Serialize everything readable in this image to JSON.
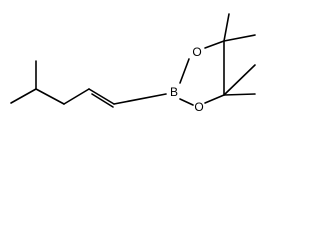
{
  "structure": {
    "atoms": {
      "boron": "B",
      "oxygen_top": "O",
      "oxygen_bottom": "O"
    },
    "colors": {
      "bond": "#000000",
      "background": "#ffffff"
    }
  }
}
